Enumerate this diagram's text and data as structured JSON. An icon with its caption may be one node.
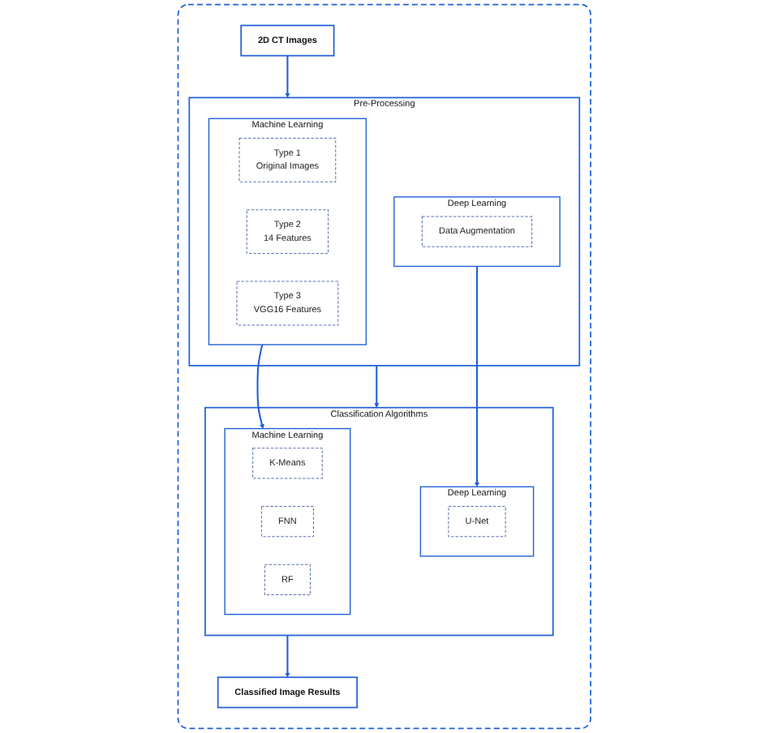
{
  "diagram": {
    "nodes": [
      {
        "text": [],
        "shape": "box"
      },
      {
        "text": [
          "2D CT Images"
        ],
        "in": 0
      },
      {
        "text": [
          "Pre-Processing"
        ],
        "in": 0
      },
      {
        "text": [
          "Deep Learning"
        ],
        "in": 2
      },
      {
        "text": [
          "Data Augmentation"
        ],
        "in": 3
      },
      {
        "text": [
          "Machine Learning"
        ],
        "in": 2
      },
      {
        "text": [
          "Type 1",
          "Original Images"
        ],
        "in": 5
      },
      {
        "text": [
          "Type 2",
          "14 Features"
        ],
        "in": 5
      },
      {
        "text": [
          "Type 3",
          "VGG16 Features"
        ],
        "in": 5
      },
      {
        "text": [
          "Classification Algorithms"
        ],
        "in": 0
      },
      {
        "text": [
          "Deep Learning"
        ],
        "in": 9
      },
      {
        "text": [
          "U-Net"
        ],
        "in": 10
      },
      {
        "text": [
          "Machine Learning"
        ],
        "in": 9
      },
      {
        "text": [
          "K-Means"
        ],
        "in": 12
      },
      {
        "text": [
          "FNN"
        ],
        "in": 12
      },
      {
        "text": [
          "RF"
        ],
        "in": 12
      },
      {
        "text": [
          "Classified Image Results"
        ],
        "in": 0
      }
    ],
    "edges": [
      {
        "from": 1,
        "to": 2,
        "arrow": "to"
      },
      {
        "from": 3,
        "to": 10,
        "arrow": "to"
      },
      {
        "from": 5,
        "to": 12,
        "arrow": "to"
      },
      {
        "from": 2,
        "to": 9,
        "arrow": "to"
      },
      {
        "from": 9,
        "to": 16,
        "arrow": "to"
      }
    ]
  }
}
